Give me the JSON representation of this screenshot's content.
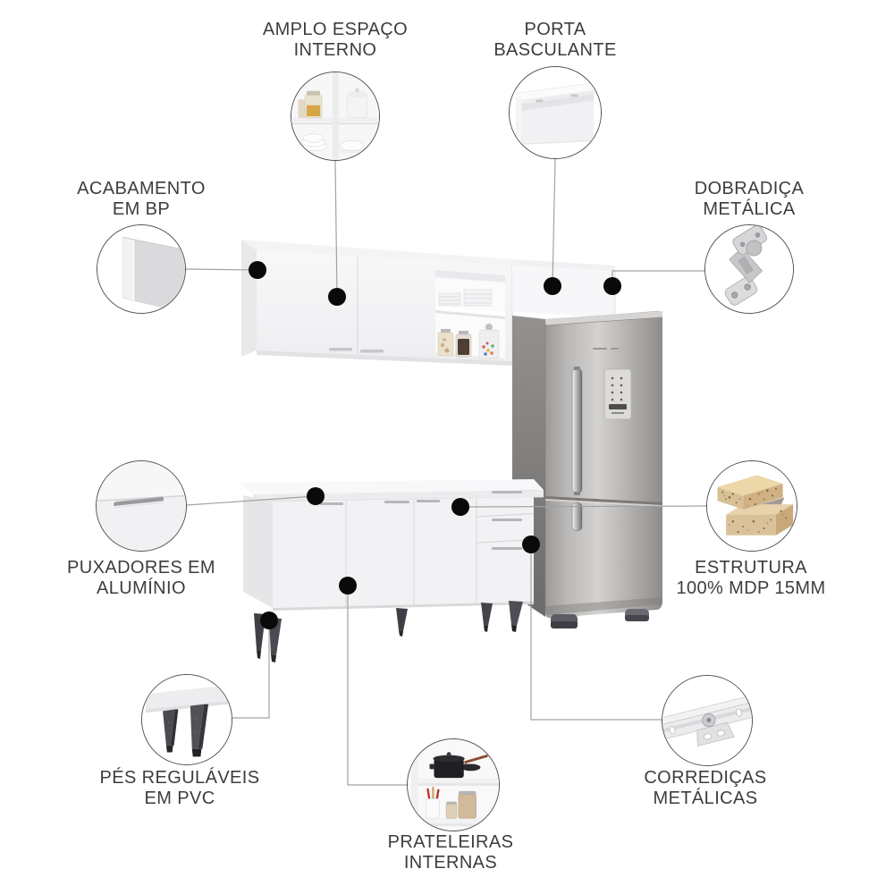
{
  "palette": {
    "background": "#ffffff",
    "text": "#3d3d3d",
    "connector_line": "#a2a2a2",
    "feature_dot": "#0a0a0a",
    "circle_border": "#4f4f54",
    "cabinet_white": "#f3f3f5",
    "fridge_steel": "#b7b5b3",
    "leg_dark": "#3f3f45",
    "mdp_wood": "#d9c29a"
  },
  "callouts": [
    {
      "id": "amplo-espaco-interno",
      "line1": "AMPLO ESPAÇO",
      "line2": "INTERNO",
      "icon": "cabinet-interior-icon"
    },
    {
      "id": "porta-basculante",
      "line1": "PORTA",
      "line2": "BASCULANTE",
      "icon": "tilting-door-icon"
    },
    {
      "id": "acabamento-em-bp",
      "line1": "ACABAMENTO",
      "line2": "EM BP",
      "icon": "bp-finish-panel-icon"
    },
    {
      "id": "dobradica-metalica",
      "line1": "DOBRADIÇA",
      "line2": "METÁLICA",
      "icon": "metal-hinge-icon"
    },
    {
      "id": "puxadores-em-aluminio",
      "line1": "PUXADORES EM",
      "line2": "ALUMÍNIO",
      "icon": "aluminum-handle-icon"
    },
    {
      "id": "estrutura-mdp",
      "line1": "ESTRUTURA",
      "line2": "100% MDP 15MM",
      "icon": "mdp-board-icon"
    },
    {
      "id": "pes-regulaveis-em-pvc",
      "line1": "PÉS REGULÁVEIS",
      "line2": "EM PVC",
      "icon": "pvc-feet-icon"
    },
    {
      "id": "prateleiras-internas",
      "line1": "PRATELEIRAS",
      "line2": "INTERNAS",
      "icon": "internal-shelves-icon"
    },
    {
      "id": "corredicas-metalicas",
      "line1": "CORREDIÇAS",
      "line2": "METÁLICAS",
      "icon": "metal-slide-icon"
    }
  ]
}
